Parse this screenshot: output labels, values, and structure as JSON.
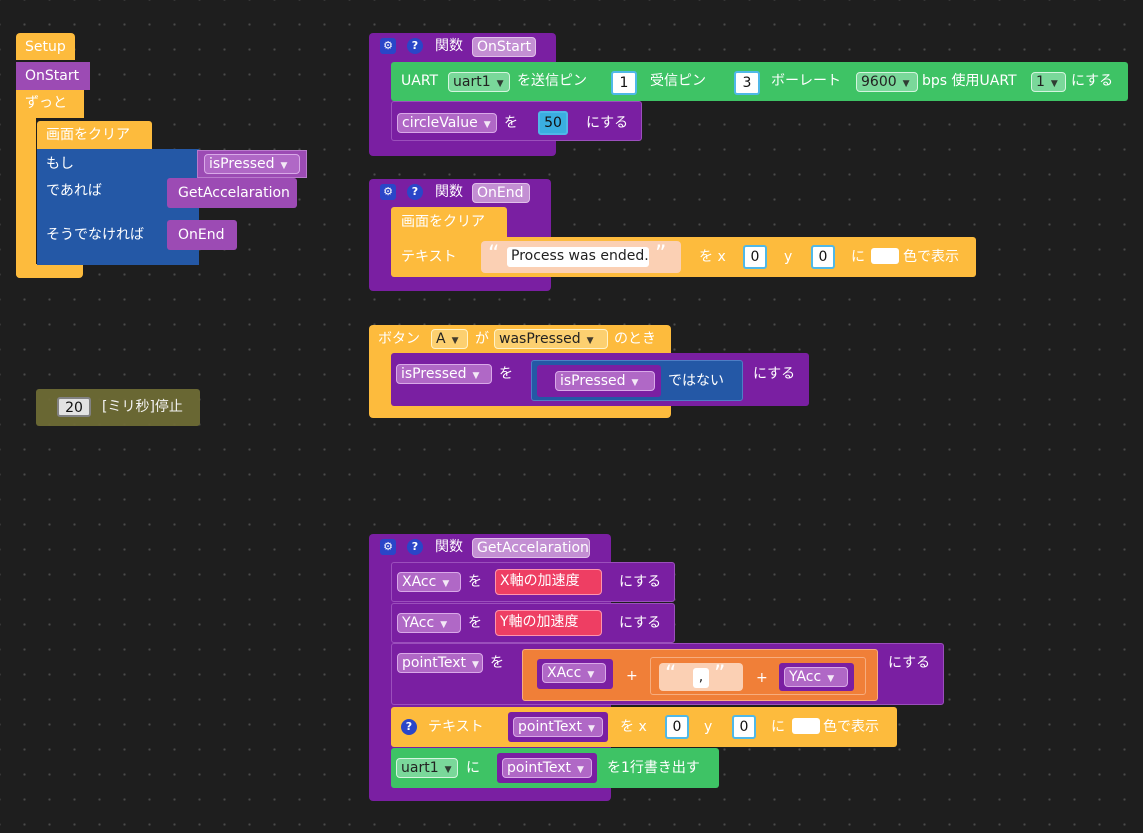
{
  "setup": {
    "setup_label": "Setup",
    "onstart_label": "OnStart",
    "forever_label": "ずっと",
    "clear_label": "画面をクリア",
    "if_label": "もし",
    "then_label": "であれば",
    "else_label": "そうでなければ",
    "cond_var": "isPressed",
    "then_call": "GetAccelaration",
    "else_call": "OnEnd"
  },
  "pause": {
    "ms": "20",
    "label": "[ミリ秒]停止"
  },
  "fn_onstart": {
    "kw": "関数",
    "name": "OnStart",
    "uart": {
      "label": "UART",
      "port": "uart1",
      "tx_label": "を送信ピン",
      "tx": "1",
      "rx_label": "受信ピン",
      "rx": "3",
      "baud_label": "ボーレート",
      "baud": "9600",
      "bps_label": "bps 使用UART",
      "num": "1",
      "suffix": "にする"
    },
    "assign": {
      "var": "circleValue",
      "wo": "を",
      "value": "50",
      "suffix": "にする"
    }
  },
  "fn_onend": {
    "kw": "関数",
    "name": "OnEnd",
    "clear_label": "画面をクリア",
    "text": {
      "label": "テキスト",
      "open_quote": "“",
      "close_quote": "”",
      "value": "Process was ended.",
      "at_x": "を x",
      "x": "0",
      "y_label": "y",
      "y": "0",
      "ni": "に",
      "color_label": "色で表示"
    }
  },
  "button_event": {
    "label": "ボタン",
    "button": "A",
    "ga": "が",
    "event": "wasPressed",
    "when": "のとき",
    "assign": {
      "var": "isPressed",
      "wo": "を",
      "not_var": "isPressed",
      "not_label": "ではない",
      "suffix": "にする"
    }
  },
  "fn_getacc": {
    "kw": "関数",
    "name": "GetAccelaration",
    "xacc": {
      "var": "XAcc",
      "wo": "を",
      "value": "X軸の加速度",
      "suffix": "にする"
    },
    "yacc": {
      "var": "YAcc",
      "wo": "を",
      "value": "Y軸の加速度",
      "suffix": "にする"
    },
    "point": {
      "var": "pointText",
      "wo": "を",
      "left": "XAcc",
      "plus1": "+",
      "open_quote": "“",
      "str": ",",
      "close_quote": "”",
      "plus2": "+",
      "right": "YAcc",
      "suffix": "にする"
    },
    "text": {
      "label": "テキスト",
      "var": "pointText",
      "at_x": "を x",
      "x": "0",
      "y_label": "y",
      "y": "0",
      "ni": "に",
      "color_label": "色で表示"
    },
    "serial": {
      "port": "uart1",
      "ni": "に",
      "var": "pointText",
      "suffix": "を1行書き出す"
    }
  },
  "colors": {
    "control": "#fdbb3d",
    "function": "#7a1fa2",
    "uart": "#3ec365",
    "logic": "#2458a6",
    "text": "#f07f38",
    "sensor": "#ee3e63"
  }
}
